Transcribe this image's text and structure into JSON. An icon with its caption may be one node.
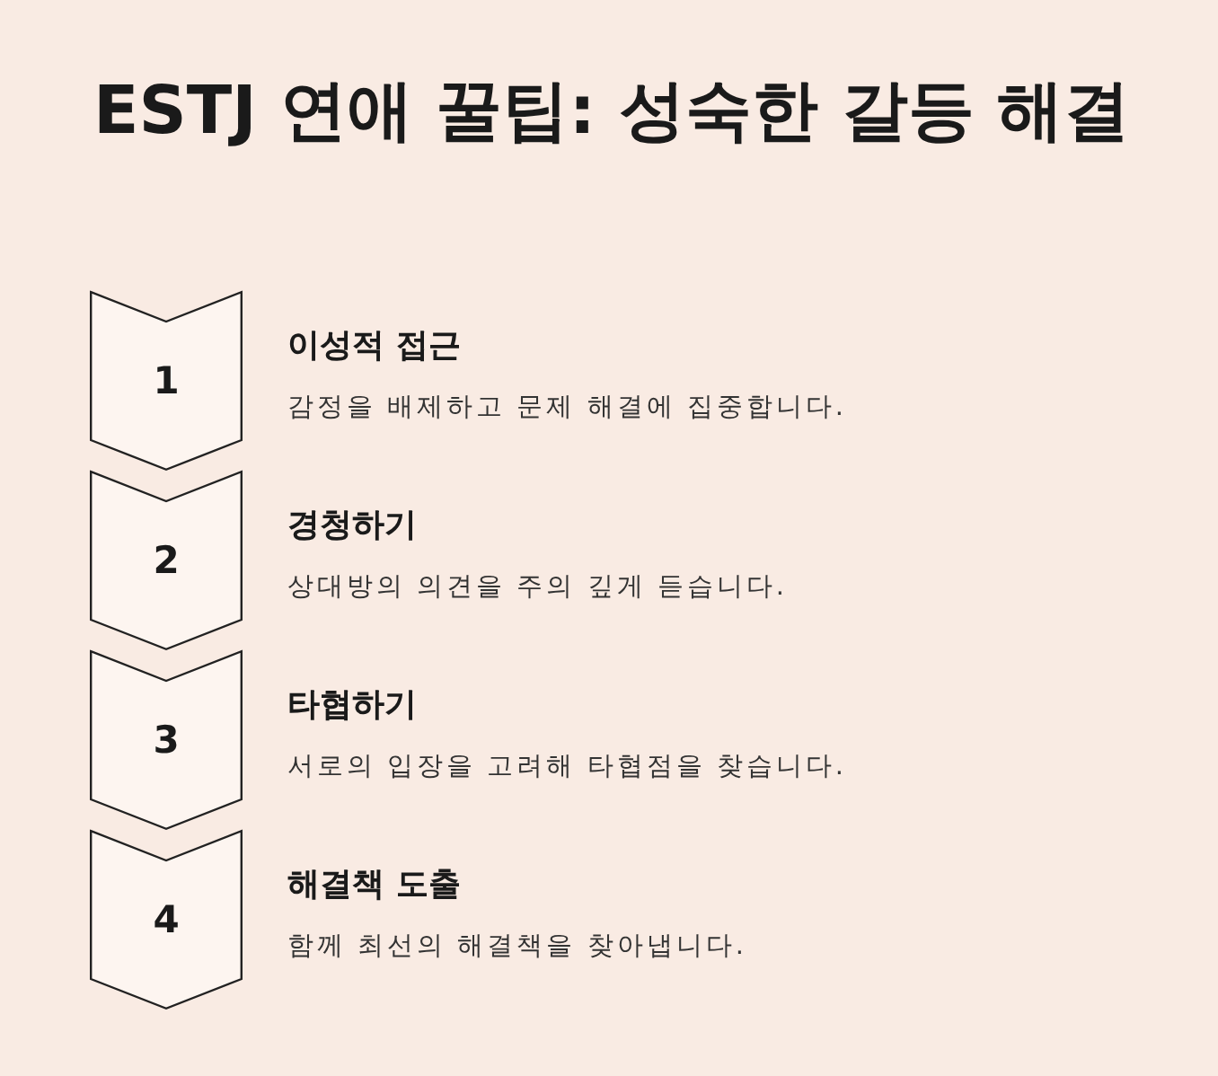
{
  "diagram": {
    "title": "ESTJ 연애 꿀팁: 성숙한 갈등 해결",
    "nodes": [
      {
        "text": [
          "1"
        ],
        "beside": [
          "이성적 접근",
          "감정을 배제하고 문제 해결에 집중합니다."
        ]
      },
      {
        "text": [
          "2"
        ],
        "beside": [
          "경청하기",
          "상대방의 의견을 주의 깊게 듣습니다."
        ]
      },
      {
        "text": [
          "3"
        ],
        "beside": [
          "타협하기",
          "서로의 입장을 고려해 타협점을 찾습니다."
        ]
      },
      {
        "text": [
          "4"
        ],
        "beside": [
          "해결책 도출",
          "함께 최선의 해결책을 찾아냅니다."
        ]
      }
    ]
  }
}
